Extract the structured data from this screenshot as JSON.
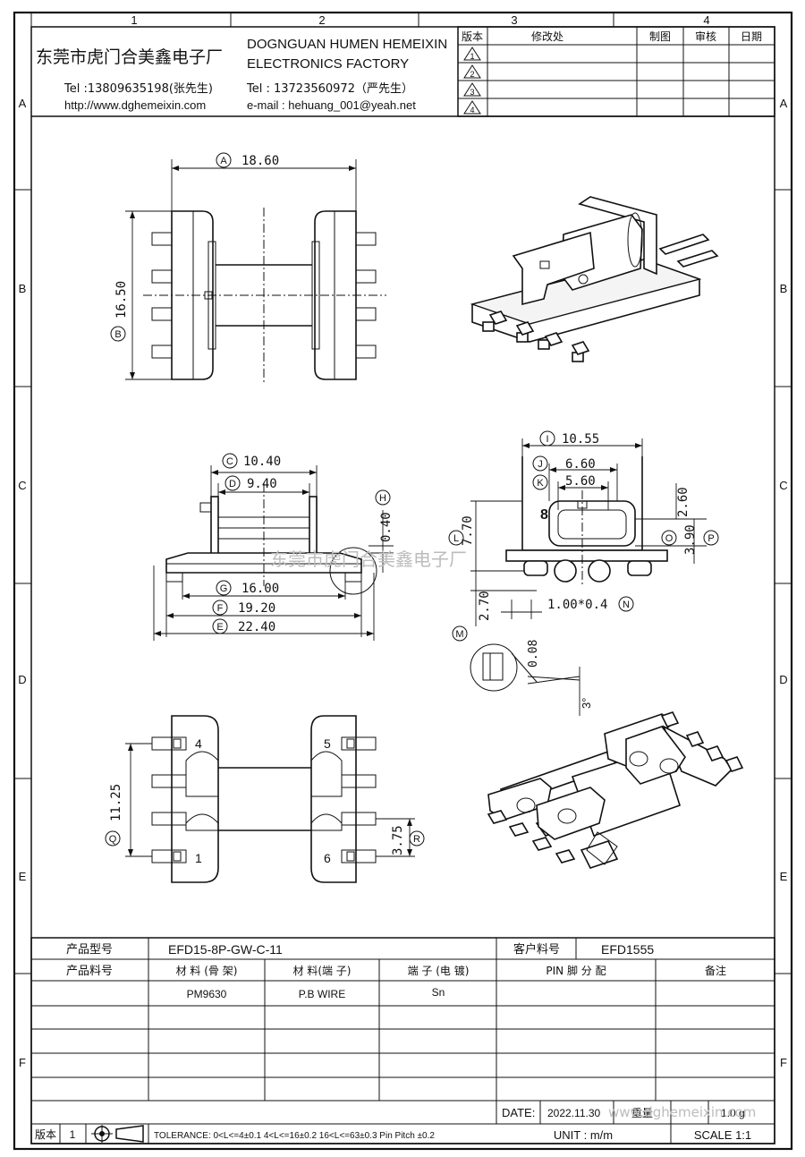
{
  "grid": {
    "cols": [
      "1",
      "2",
      "3",
      "4"
    ],
    "rows": [
      "A",
      "B",
      "C",
      "D",
      "E",
      "F"
    ]
  },
  "company": {
    "name_cn": "东莞市虎门合美鑫电子厂",
    "name_en_line1": "DOGNGUAN HUMEN HEMEIXIN",
    "name_en_line2": "ELECTRONICS FACTORY",
    "tel1": "Tel :13809635198(张先生)",
    "tel2": "Tel : 13723560972（严先生）",
    "website": "http://www.dghemeixin.com",
    "email": "e-mail : hehuang_001@yeah.net"
  },
  "revision_table": {
    "headers": [
      "版本",
      "修改处",
      "制图",
      "审核",
      "日期"
    ],
    "rows": [
      "1",
      "2",
      "3",
      "4"
    ]
  },
  "dimensions": {
    "A": "18.60",
    "B": "16.50",
    "C": "10.40",
    "D": "9.40",
    "E": "22.40",
    "F": "19.20",
    "G": "16.00",
    "H": "0.40",
    "I": "10.55",
    "J": "6.60",
    "K": "5.60",
    "L": "7.70",
    "M": "2.70",
    "N": "1.00*0.4",
    "O": "2.60",
    "P": "3.90",
    "Q": "11.25",
    "R": "3.75",
    "detail_gap": "0.08",
    "angle": "3°"
  },
  "pin_numbers": [
    "1",
    "4",
    "5",
    "6"
  ],
  "part_mark": "8",
  "watermark": "东莞市虎门合美鑫电子厂",
  "title_block": {
    "product_model_label": "产品型号",
    "product_model": "EFD15-8P-GW-C-11",
    "customer_no_label": "客户料号",
    "customer_no": "EFD1555",
    "product_no_label": "产品料号",
    "col_material_bobbin": "材 料 (骨 架)",
    "col_material_terminal": "材 料(端 子)",
    "col_terminal_plating": "端 子 (电 镀)",
    "col_pin_assignment": "PIN 脚 分 配",
    "col_remarks": "备注",
    "material_bobbin": "PM9630",
    "material_terminal": "P.B WIRE",
    "terminal_plating": "Sn",
    "date_label": "DATE:",
    "date_value": "2022.11.30",
    "weight_label": "重量",
    "weight_value": "1.0 g",
    "version_label": "版本",
    "version_value": "1",
    "tolerance": "TOLERANCE:  0<L<=4±0.1  4<L<=16±0.2  16<L<=63±0.3  Pin Pitch  ±0.2",
    "unit": "UNIT : m/m",
    "scale": "SCALE    1:1",
    "footer_watermark": "www.dghemeixin.com"
  }
}
